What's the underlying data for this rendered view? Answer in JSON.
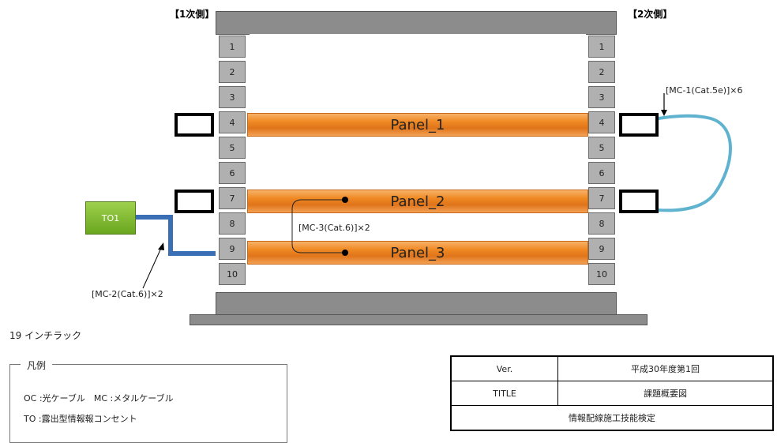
{
  "labels": {
    "primary_side": "【1次側】",
    "secondary_side": "【2次側】",
    "rack_caption": "19 インチラック"
  },
  "slots": [
    "1",
    "2",
    "3",
    "4",
    "5",
    "6",
    "7",
    "8",
    "9",
    "10"
  ],
  "panels": {
    "panel1": "Panel_1",
    "panel2": "Panel_2",
    "panel3": "Panel_3"
  },
  "outlet": "TO1",
  "cables": {
    "mc1": "[MC-1(Cat.5e)]×6",
    "mc2": "[MC-2(Cat.6)]×2",
    "mc3": "[MC-3(Cat.6)]×2"
  },
  "legend": {
    "title": "凡例",
    "line1": "OC :光ケーブル　MC :メタルケーブル",
    "line2": "TO :露出型情報報コンセント"
  },
  "title_block": {
    "ver_label": "Ver.",
    "ver_value": "平成30年度第1回",
    "title_label": "TITLE",
    "title_value": "課題概要図",
    "footer": "情報配線施工技能検定"
  },
  "colors": {
    "panel_orange": "#f08a24",
    "cable_blue": "#3a6fb5",
    "cable_cyan": "#5fb3cf",
    "outlet_green": "#7fb832",
    "rack_gray": "#8c8c8c"
  }
}
